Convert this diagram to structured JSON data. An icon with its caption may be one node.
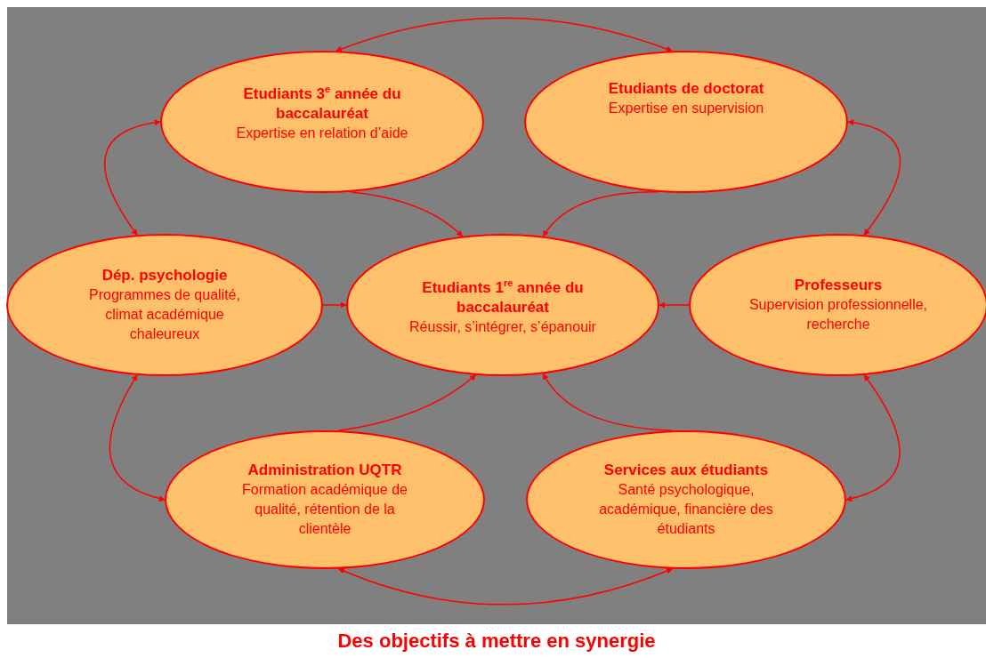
{
  "diagram": {
    "caption": "Des objectifs à mettre en synergie",
    "nodes": [
      {
        "text": [
          "Etudiants 3$^{e}$ année du baccalauréat",
          "Expertise en relation d’aide"
        ]
      },
      {
        "text": [
          "Etudiants de doctorat",
          "Expertise en supervision"
        ]
      },
      {
        "text": [
          "Dép. psychologie",
          "Programmes de qualité, climat académique chaleureux"
        ]
      },
      {
        "text": [
          "Etudiants 1$^{re}$ année du baccalauréat",
          "Réussir, s’intégrer, s’épanouir"
        ]
      },
      {
        "text": [
          "Professeurs",
          "Supervision professionnelle, recherche"
        ]
      },
      {
        "text": [
          "Administration UQTR",
          "Formation académique de qualité, rétention de la clientèle"
        ]
      },
      {
        "text": [
          "Services aux étudiants",
          "Santé psychologique, académique, financière des étudiants"
        ]
      }
    ],
    "edges": [
      {
        "from": 0,
        "to": 1,
        "arrow": "both"
      },
      {
        "from": 0,
        "to": 2,
        "arrow": "both"
      },
      {
        "from": 1,
        "to": 4,
        "arrow": "both"
      },
      {
        "from": 2,
        "to": 5,
        "arrow": "both"
      },
      {
        "from": 4,
        "to": 6,
        "arrow": "both"
      },
      {
        "from": 5,
        "to": 6,
        "arrow": "both"
      },
      {
        "from": 0,
        "to": 3,
        "arrow": "to"
      },
      {
        "from": 1,
        "to": 3,
        "arrow": "to"
      },
      {
        "from": 2,
        "to": 3,
        "arrow": "to"
      },
      {
        "from": 4,
        "to": 3,
        "arrow": "to"
      },
      {
        "from": 5,
        "to": 3,
        "arrow": "to"
      },
      {
        "from": 6,
        "to": 3,
        "arrow": "to"
      }
    ]
  }
}
